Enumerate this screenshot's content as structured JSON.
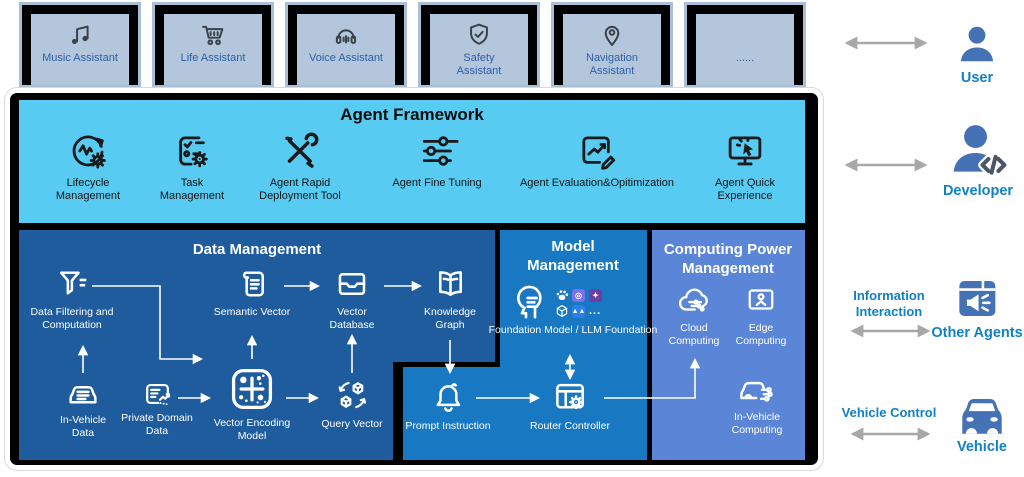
{
  "assistants": [
    {
      "label": "Music Assistant"
    },
    {
      "label": "Life Assistant"
    },
    {
      "label": "Voice Assistant"
    },
    {
      "label": "Safety Assistant"
    },
    {
      "label": "Navigation Assistant"
    },
    {
      "label": "......"
    }
  ],
  "agent_framework": {
    "title": "Agent Framework",
    "items": [
      {
        "label": "Lifecycle Management"
      },
      {
        "label": "Task Management"
      },
      {
        "label": "Agent Rapid Deployment Tool"
      },
      {
        "label": "Agent Fine Tuning"
      },
      {
        "label": "Agent Evaluation&Opitimization"
      },
      {
        "label": "Agent Quick Experience"
      }
    ]
  },
  "data_management": {
    "title": "Data Management",
    "nodes": {
      "data_filtering": "Data Filtering and Computation",
      "semantic_vector": "Semantic Vector",
      "vector_database": "Vector Database",
      "knowledge_graph": "Knowledge Graph",
      "in_vehicle_data": "In-Vehicle Data",
      "private_domain_data": "Private Domain Data",
      "vector_encoding_model": "Vector Encoding Model",
      "query_vector": "Query Vector"
    }
  },
  "model_management": {
    "title": "Model Management",
    "nodes": {
      "foundation": "Foundation Model / LLM Foundation",
      "foundation_more": "...",
      "prompt_instruction": "Prompt Instruction",
      "router_controller": "Router Controller"
    }
  },
  "computing_power": {
    "title": "Computing Power Management",
    "nodes": {
      "cloud": "Cloud Computing",
      "edge": "Edge Computing",
      "in_vehicle": "In-Vehicle Computing"
    }
  },
  "actors": {
    "user": "User",
    "developer": "Developer",
    "other_agents": "Other Agents",
    "vehicle": "Vehicle",
    "information_interaction": "Information Interaction",
    "vehicle_control": "Vehicle Control"
  },
  "colors": {
    "agent_framework_bg": "#57CBF2",
    "data_management_bg": "#1E5C9E",
    "model_management_bg": "#1878C2",
    "computing_power_bg": "#5B86D8",
    "assistant_card_bg": "#B3C6DB",
    "assistant_card_border": "#A9BFD8",
    "assistant_label": "#2E5FA8",
    "actor_label": "#1180C4",
    "actor_icon": "#4472B4",
    "link_arrow": "#A8A8A8"
  }
}
